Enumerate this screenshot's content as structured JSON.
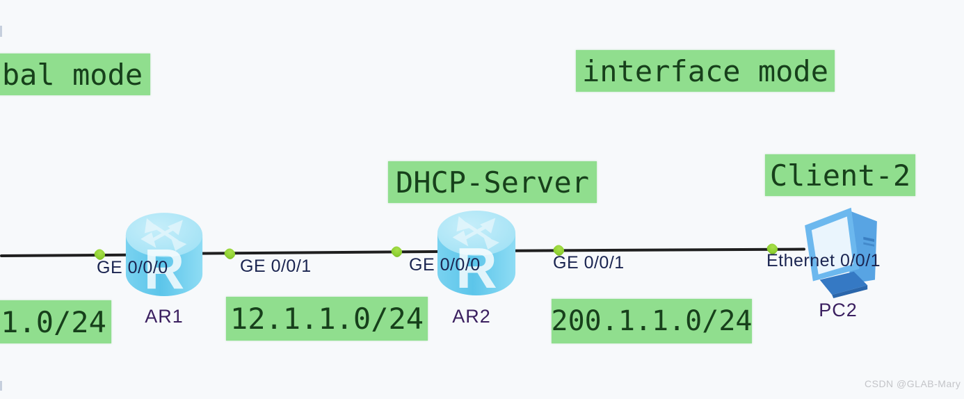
{
  "annotations": {
    "global_mode": "bal mode",
    "interface_mode": "interface mode",
    "dhcp_server": "DHCP-Server",
    "client_2": "Client-2",
    "subnet_left": "1.0/24",
    "subnet_mid": "12.1.1.0/24",
    "subnet_right": "200.1.1.0/24"
  },
  "devices": {
    "ar1": {
      "name": "AR1",
      "type": "router"
    },
    "ar2": {
      "name": "AR2",
      "type": "router"
    },
    "pc2": {
      "name": "PC2",
      "type": "pc"
    }
  },
  "interfaces": {
    "ar1_left": "GE 0/0/0",
    "ar1_right": "GE 0/0/1",
    "ar2_left": "GE 0/0/0",
    "ar2_right": "GE 0/0/1",
    "pc2": "Ethernet 0/0/1"
  },
  "watermark": "CSDN @GLAB-Mary",
  "colors": {
    "annotation_bg": "#90de8e",
    "annotation_text": "#17401b",
    "link": "#1f1f1f",
    "link_dot": "#8fd133",
    "device_label": "#3b2060",
    "interface_label": "#1a2450",
    "router_top": "#a5e3f6",
    "router_body": "#6ccbee",
    "pc_body": "#5fafe8"
  }
}
